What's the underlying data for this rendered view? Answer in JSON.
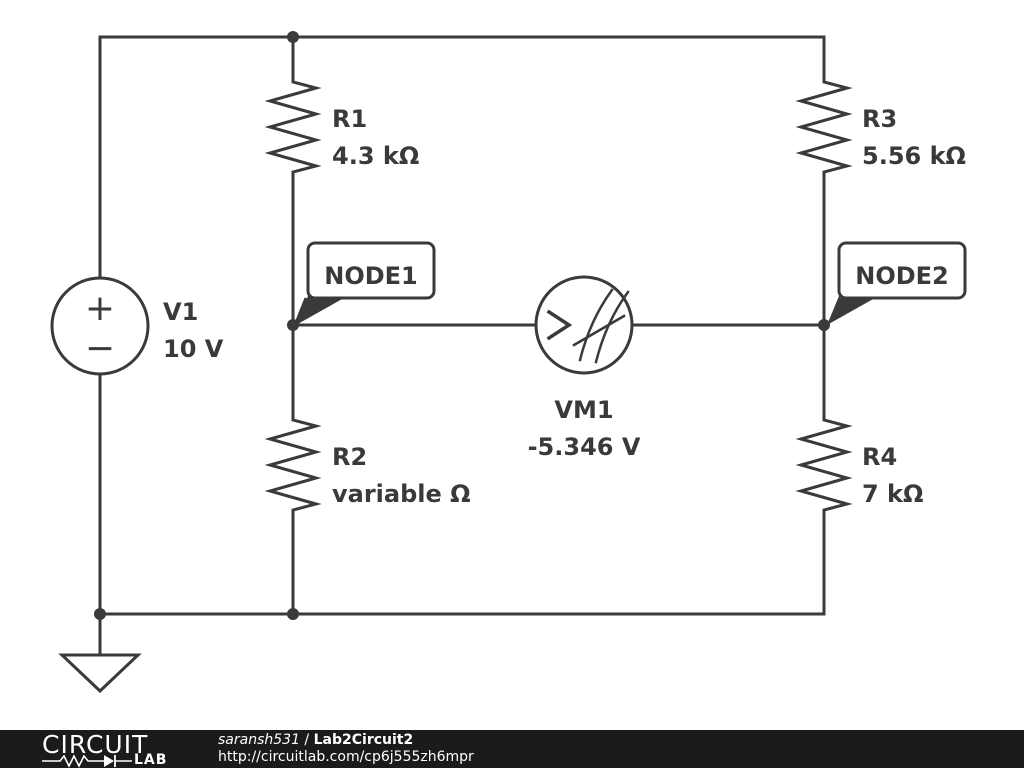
{
  "components": {
    "v1": {
      "name": "V1",
      "value": "10 V",
      "plus_glyph": "+",
      "minus_glyph": "−"
    },
    "r1": {
      "name": "R1",
      "value": "4.3 kΩ"
    },
    "r2": {
      "name": "R2",
      "value": "variable Ω"
    },
    "r3": {
      "name": "R3",
      "value": "5.56 kΩ"
    },
    "r4": {
      "name": "R4",
      "value": "7 kΩ"
    },
    "vm1": {
      "name": "VM1",
      "value": "-5.346 V"
    }
  },
  "nodes": {
    "node1": "NODE1",
    "node2": "NODE2"
  },
  "colors": {
    "wire": "#3a3a3a",
    "footer_bg": "#1b1b1b",
    "footer_text": "#ffffff"
  },
  "footer": {
    "logo_top": "CIRCUIT",
    "logo_bottom": "LAB",
    "user": "saransh531",
    "separator": " / ",
    "title": "Lab2Circuit2",
    "url": "http://circuitlab.com/cp6j555zh6mpr"
  }
}
